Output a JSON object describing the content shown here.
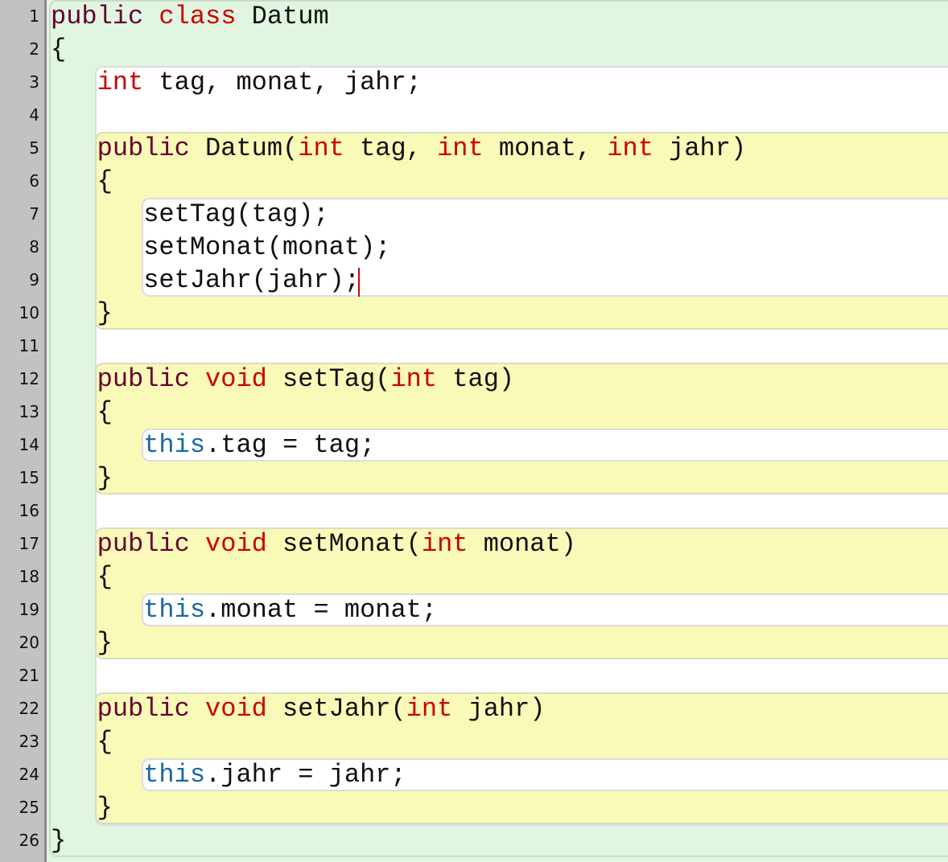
{
  "editor": {
    "line_numbers": [
      "1",
      "2",
      "3",
      "4",
      "5",
      "6",
      "7",
      "8",
      "9",
      "10",
      "11",
      "12",
      "13",
      "14",
      "15",
      "16",
      "17",
      "18",
      "19",
      "20",
      "21",
      "22",
      "23",
      "24",
      "25",
      "26"
    ],
    "lines": [
      [
        [
          "public",
          "kw1"
        ],
        [
          " ",
          ""
        ],
        [
          "class",
          "kw2"
        ],
        [
          " Datum",
          ""
        ]
      ],
      [
        [
          "{",
          ""
        ]
      ],
      [
        [
          "   ",
          ""
        ],
        [
          "int",
          "kw2"
        ],
        [
          " tag, monat, jahr;",
          ""
        ]
      ],
      [],
      [
        [
          "   ",
          ""
        ],
        [
          "public",
          "kw1"
        ],
        [
          " Datum(",
          ""
        ],
        [
          "int",
          "kw2"
        ],
        [
          " tag, ",
          ""
        ],
        [
          "int",
          "kw2"
        ],
        [
          " monat, ",
          ""
        ],
        [
          "int",
          "kw2"
        ],
        [
          " jahr)",
          ""
        ]
      ],
      [
        [
          "   {",
          ""
        ]
      ],
      [
        [
          "      setTag(tag);",
          ""
        ]
      ],
      [
        [
          "      setMonat(monat);",
          ""
        ]
      ],
      [
        [
          "      setJahr(jahr);",
          ""
        ]
      ],
      [
        [
          "   }",
          ""
        ]
      ],
      [],
      [
        [
          "   ",
          ""
        ],
        [
          "public",
          "kw1"
        ],
        [
          " ",
          ""
        ],
        [
          "void",
          "kw2"
        ],
        [
          " setTag(",
          ""
        ],
        [
          "int",
          "kw2"
        ],
        [
          " tag)",
          ""
        ]
      ],
      [
        [
          "   {",
          ""
        ]
      ],
      [
        [
          "      ",
          ""
        ],
        [
          "this",
          "this"
        ],
        [
          ".tag = tag;",
          ""
        ]
      ],
      [
        [
          "   }",
          ""
        ]
      ],
      [],
      [
        [
          "   ",
          ""
        ],
        [
          "public",
          "kw1"
        ],
        [
          " ",
          ""
        ],
        [
          "void",
          "kw2"
        ],
        [
          " setMonat(",
          ""
        ],
        [
          "int",
          "kw2"
        ],
        [
          " monat)",
          ""
        ]
      ],
      [
        [
          "   {",
          ""
        ]
      ],
      [
        [
          "      ",
          ""
        ],
        [
          "this",
          "this"
        ],
        [
          ".monat = monat;",
          ""
        ]
      ],
      [
        [
          "   }",
          ""
        ]
      ],
      [],
      [
        [
          "   ",
          ""
        ],
        [
          "public",
          "kw1"
        ],
        [
          " ",
          ""
        ],
        [
          "void",
          "kw2"
        ],
        [
          " setJahr(",
          ""
        ],
        [
          "int",
          "kw2"
        ],
        [
          " jahr)",
          ""
        ]
      ],
      [
        [
          "   {",
          ""
        ]
      ],
      [
        [
          "      ",
          ""
        ],
        [
          "this",
          "this"
        ],
        [
          ".jahr = jahr;",
          ""
        ]
      ],
      [
        [
          "   }",
          ""
        ]
      ],
      [
        [
          "}",
          ""
        ]
      ]
    ]
  },
  "colors": {
    "keyword_modifier": "#660033",
    "keyword_type": "#cc0000",
    "this": "#1a6aa0",
    "class_scope": "#e0f6e0",
    "method_scope": "#f9f9b8"
  }
}
